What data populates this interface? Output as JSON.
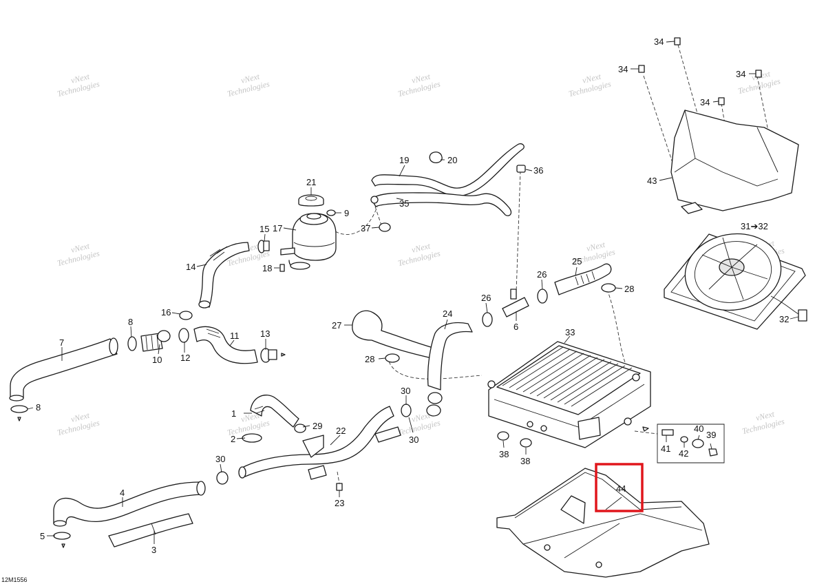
{
  "figure_code": "12M1556",
  "watermark": {
    "line1": "vNext",
    "line2": "Technologies"
  },
  "highlight": {
    "part": "44",
    "color": "#e0161c"
  },
  "callouts": [
    {
      "id": "c1",
      "text": "1"
    },
    {
      "id": "c2",
      "text": "2"
    },
    {
      "id": "c3",
      "text": "3"
    },
    {
      "id": "c4",
      "text": "4"
    },
    {
      "id": "c5",
      "text": "5"
    },
    {
      "id": "c6",
      "text": "6"
    },
    {
      "id": "c7",
      "text": "7"
    },
    {
      "id": "c8a",
      "text": "8"
    },
    {
      "id": "c8b",
      "text": "8"
    },
    {
      "id": "c9",
      "text": "9"
    },
    {
      "id": "c10",
      "text": "10"
    },
    {
      "id": "c11",
      "text": "11"
    },
    {
      "id": "c12",
      "text": "12"
    },
    {
      "id": "c13",
      "text": "13"
    },
    {
      "id": "c14",
      "text": "14"
    },
    {
      "id": "c15",
      "text": "15"
    },
    {
      "id": "c16",
      "text": "16"
    },
    {
      "id": "c17",
      "text": "17"
    },
    {
      "id": "c18",
      "text": "18"
    },
    {
      "id": "c19",
      "text": "19"
    },
    {
      "id": "c20",
      "text": "20"
    },
    {
      "id": "c21",
      "text": "21"
    },
    {
      "id": "c22",
      "text": "22"
    },
    {
      "id": "c23",
      "text": "23"
    },
    {
      "id": "c24",
      "text": "24"
    },
    {
      "id": "c25",
      "text": "25"
    },
    {
      "id": "c26a",
      "text": "26"
    },
    {
      "id": "c26b",
      "text": "26"
    },
    {
      "id": "c27",
      "text": "27"
    },
    {
      "id": "c28a",
      "text": "28"
    },
    {
      "id": "c28b",
      "text": "28"
    },
    {
      "id": "c29",
      "text": "29"
    },
    {
      "id": "c30a",
      "text": "30"
    },
    {
      "id": "c30b",
      "text": "30"
    },
    {
      "id": "c30c",
      "text": "30"
    },
    {
      "id": "c31",
      "text": "31➔32"
    },
    {
      "id": "c32",
      "text": "32"
    },
    {
      "id": "c33",
      "text": "33"
    },
    {
      "id": "c34a",
      "text": "34"
    },
    {
      "id": "c34b",
      "text": "34"
    },
    {
      "id": "c34c",
      "text": "34"
    },
    {
      "id": "c34d",
      "text": "34"
    },
    {
      "id": "c35",
      "text": "35"
    },
    {
      "id": "c36",
      "text": "36"
    },
    {
      "id": "c37",
      "text": "37"
    },
    {
      "id": "c38a",
      "text": "38"
    },
    {
      "id": "c38b",
      "text": "38"
    },
    {
      "id": "c39",
      "text": "39"
    },
    {
      "id": "c40",
      "text": "40"
    },
    {
      "id": "c41",
      "text": "41"
    },
    {
      "id": "c42",
      "text": "42"
    },
    {
      "id": "c43",
      "text": "43"
    },
    {
      "id": "c44",
      "text": "44"
    }
  ]
}
